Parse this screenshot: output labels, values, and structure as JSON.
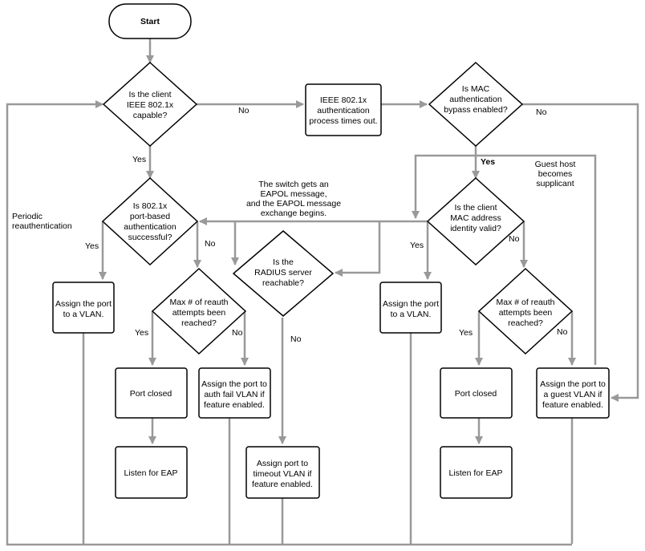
{
  "nodes": {
    "start": "Start",
    "q_capable": [
      "Is the client",
      "IEEE 802.1x",
      "capable?"
    ],
    "timeout": [
      "IEEE 802.1x",
      "authentication",
      "process times out."
    ],
    "q_mab": [
      "Is MAC",
      "authentication",
      "bypass enabled?"
    ],
    "q_auth_success": [
      "Is 802.1x",
      "port-based",
      "authentication",
      "successful?"
    ],
    "q_radius": [
      "Is the",
      "RADIUS server",
      "reachable?"
    ],
    "q_mac_valid": [
      "Is the client",
      "MAC address",
      "identity valid?"
    ],
    "assign_vlan_left": [
      "Assign the port",
      "to a VLAN."
    ],
    "assign_vlan_right": [
      "Assign the port",
      "to a VLAN."
    ],
    "q_max_left": [
      "Max # of reauth",
      "attempts been",
      "reached?"
    ],
    "q_max_right": [
      "Max # of reauth",
      "attempts been",
      "reached?"
    ],
    "port_closed_left": "Port closed",
    "port_closed_right": "Port closed",
    "auth_fail_vlan": [
      "Assign the port to",
      "auth fail VLAN if",
      "feature enabled."
    ],
    "guest_vlan": [
      "Assign the port to",
      "a guest VLAN if",
      "feature enabled."
    ],
    "timeout_vlan": [
      "Assign port to",
      "timeout VLAN if",
      "feature enabled."
    ],
    "listen_left": "Listen for EAP",
    "listen_right": "Listen for EAP"
  },
  "labels": {
    "no_capable": "No",
    "yes_capable": "Yes",
    "no_mab": "No",
    "yes_mab": "Yes",
    "guest_host": [
      "Guest host",
      "becomes",
      "supplicant"
    ],
    "eapol": [
      "The switch gets an",
      "EAPOL message,",
      "and the EAPOL message",
      "exchange begins."
    ],
    "periodic": [
      "Periodic",
      "reauthentication"
    ],
    "yes_auth": "Yes",
    "no_auth": "No",
    "no_radius": "No",
    "yes_mac": "Yes",
    "no_mac": "No",
    "yes_max_left": "Yes",
    "no_max_left": "No",
    "yes_max_right": "Yes",
    "no_max_right": "No"
  }
}
